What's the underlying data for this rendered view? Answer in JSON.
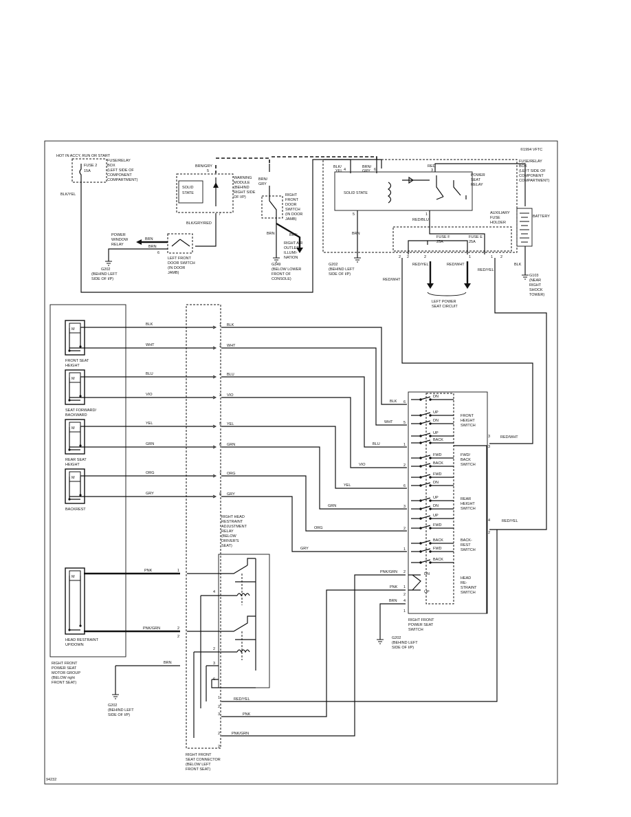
{
  "copyright": "©1994 VFTC",
  "footer_id": "94232",
  "top_section": {
    "hot_label": "HOT IN ACCY, RUN OR START",
    "fuse2": [
      "FUSE 2",
      "15A"
    ],
    "fuse_relay_box_left": [
      "FUSE/RELAY",
      "BOX",
      "(LEFT SIDE OF",
      "COMPONENT",
      "COMPARTMENT)"
    ],
    "fuse_relay_box_right": [
      "FUSE/RELAY",
      "BOX",
      "(LEFT SIDE OF",
      "COMPONENT",
      "COMPARTMENT)"
    ],
    "warning_module": [
      "WARNING",
      "MODULE",
      "(BEHIND",
      "RIGHT SIDE",
      "OF I/P)"
    ],
    "solid_state": [
      "SOLID",
      "STATE"
    ],
    "solid_state_2": "SOLID STATE",
    "right_front_door_switch": [
      "RIGHT",
      "FRONT",
      "DOOR",
      "SWITCH",
      "(IN DOOR",
      "JAMB)"
    ],
    "left_front_door_switch": [
      "LEFT FRONT",
      "DOOR SWITCH",
      "(IN DOOR",
      "JAMB)"
    ],
    "power_window_relay": [
      "POWER",
      "WINDOW",
      "RELAY"
    ],
    "right_air_outlet": [
      "RIGHT AIR",
      "OUTLET",
      "ILLUMI-",
      "NATION"
    ],
    "g349": [
      "G349",
      "(BELOW LOWER",
      "FRONT OF",
      "CONSOLE)"
    ],
    "g202_a": [
      "G202",
      "(BEHIND LEFT",
      "SIDE OF I/P)"
    ],
    "g202_b": [
      "G202",
      "(BEHIND LEFT",
      "SIDE OF I/P)"
    ],
    "g103": [
      "G103",
      "(NEAR",
      "RIGHT",
      "SHOCK",
      "TOWER)"
    ],
    "power_seat_relay": [
      "POWER",
      "SEAT",
      "RELAY"
    ],
    "aux_fuse_holder": [
      "AUXILIARY",
      "FUSE",
      "HOLDER"
    ],
    "battery": "BATTERY",
    "fuse_f": [
      "FUSE F",
      "25A"
    ],
    "fuse_e": [
      "FUSE E",
      "25A"
    ],
    "left_power_seat_circuit": [
      "LEFT POWER",
      "SEAT CIRCUIT"
    ],
    "wires": {
      "blk_yel": "BLK/YEL",
      "brn_gry": "BRN/GRY",
      "brn_gry_b": [
        "BRN/",
        "GRY"
      ],
      "blk_gry_red": "BLK/GRY/RED",
      "brn": "BRN",
      "blk": "BLK",
      "blk_yel_b": [
        "BLK/",
        "YEL"
      ],
      "brn_gry_c": [
        "BRN/",
        "GRY"
      ],
      "red": "RED",
      "red_blu": "RED/BLU",
      "red_yel": "RED/YEL",
      "red_wht": "RED/WHT"
    },
    "pins": {
      "p5": "5",
      "p7": "7",
      "p6": "6",
      "p4": "4",
      "p3": "3",
      "p1": "1",
      "p2": "2",
      "p8": "8"
    }
  },
  "motor_group": {
    "title": [
      "RIGHT FRONT",
      "POWER SEAT",
      "MOTOR GROUP",
      "(BELOW right",
      "FRONT SEAT)"
    ],
    "motors": [
      {
        "label": [
          "FRONT SEAT",
          "HEIGHT"
        ]
      },
      {
        "label": [
          "SEAT FORWARD/",
          "BACKWARD"
        ]
      },
      {
        "label": [
          "REAR SEAT",
          "HEIGHT"
        ]
      },
      {
        "label": [
          "BACKREST"
        ]
      },
      {
        "label": [
          "HEAD RESTRAINT",
          "UP/DOWN"
        ]
      }
    ],
    "motor_symbol": "M"
  },
  "connector": {
    "title": [
      "RIGHT FRONT",
      "SEAT CONNECTOR",
      "(BELOW LEFT",
      "FRONT SEAT)"
    ],
    "circuits": [
      {
        "color": "BLK",
        "pin": "1"
      },
      {
        "color": "WHT",
        "pin": "2"
      },
      {
        "color": "BLU",
        "pin": "4"
      },
      {
        "color": "VIO",
        "pin": "3"
      },
      {
        "color": "YEL",
        "pin": "5"
      },
      {
        "color": "GRN",
        "pin": "6"
      },
      {
        "color": "ORG",
        "pin": "7"
      },
      {
        "color": "GRY",
        "pin": "8"
      }
    ]
  },
  "head_restraint_relay": [
    "RIGHT HEAD",
    "RESTRAINT",
    "ADJUSTMENT",
    "RELAY",
    "(BELOW",
    "DRIVER'S",
    "SEAT)"
  ],
  "head_restraint_wires": {
    "pnk": "PNK",
    "pnk_grn": "PNK/GRN",
    "brn": "BRN",
    "red_yel": "RED/YEL",
    "pin1": "1",
    "pin2": "2",
    "pin3": "3",
    "pin4": "4",
    "pin5": "5",
    "pin6": "6"
  },
  "g202_c": [
    "G202",
    "(BEHIND LEFT",
    "SIDE OF I/P)"
  ],
  "switch": {
    "title": [
      "RIGHT FRONT",
      "POWER SEAT",
      "SWITCH"
    ],
    "front_height": [
      "FRONT",
      "HEIGHT",
      "SWITCH"
    ],
    "fwd_back": [
      "FWD/",
      "BACK",
      "SWITCH"
    ],
    "rear_height": [
      "REAR",
      "HEIGHT",
      "SWITCH"
    ],
    "backrest": [
      "BACK-",
      "REST",
      "SWITCH"
    ],
    "head_restraint": [
      "HEAD",
      "RE-",
      "STRAINT",
      "SWITCH"
    ],
    "positions": {
      "dn": "DN",
      "up": "UP",
      "back": "BACK",
      "fwd": "FWD"
    },
    "inputs": [
      {
        "color": "BLK",
        "pin": "6"
      },
      {
        "color": "WHT",
        "pin": "5"
      },
      {
        "color": "BLU",
        "pin": "1"
      },
      {
        "color": "VIO",
        "pin": "2"
      },
      {
        "color": "YEL",
        "pin": "6"
      },
      {
        "color": "GRN",
        "pin": "3"
      },
      {
        "color": "ORG",
        "pin": "2"
      },
      {
        "color": "GRY",
        "pin": "1"
      }
    ],
    "head_inputs": [
      {
        "color": "PNK/GRN",
        "pin": "2"
      },
      {
        "color": "PNK",
        "pin": "1"
      },
      {
        "color": "BRN",
        "pin": "4"
      }
    ],
    "red_wht": "RED/WHT",
    "red_yel": "RED/YEL",
    "pin3": "3",
    "pin4": "4",
    "pin2": "2",
    "pin1": "1"
  }
}
